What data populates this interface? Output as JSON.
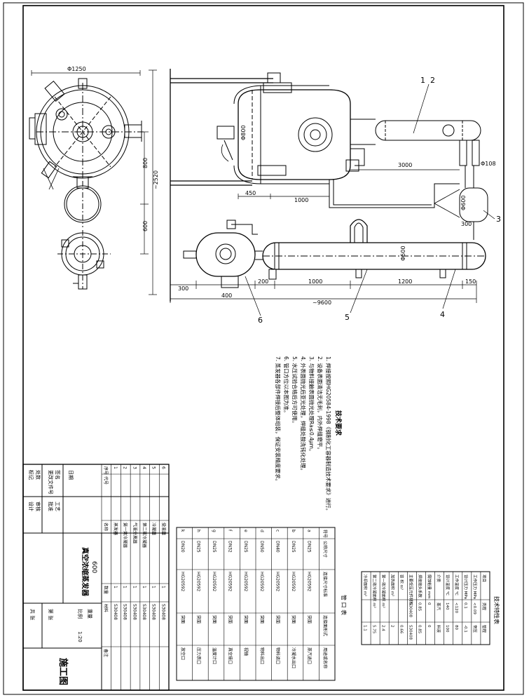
{
  "drawing": {
    "dims": {
      "d1250": "Φ1250",
      "d800": "800",
      "d600": "600",
      "d2520": "~2520",
      "d300a": "300",
      "d400": "400",
      "d200": "200",
      "d1000a": "1000",
      "d1200": "1200",
      "d150": "150",
      "d9600": "~9600",
      "d1000b": "1000",
      "d450": "450",
      "d3000": "3000",
      "d300b": "300",
      "d500": "Φ500",
      "d800v": "Φ800",
      "d108": "Φ108",
      "d600v": "Φ600"
    },
    "balloons": [
      "1",
      "2",
      "3",
      "4",
      "5",
      "6"
    ]
  },
  "tech": {
    "title": "技术要求",
    "items": [
      "1. 焊接按照HG20584-1998《钢制化工容器制造技术要求》进行。",
      "2. 设备表面清洁无毛刺，内外焊缝磨平。",
      "3. 与物料接触表面抛光处理Ra≤0.4μm。",
      "4. 外表面抛光后亚光处理，焊缝处酸洗钝化处理。",
      "5. 水压试验合格后方可使用。",
      "6. 管口方位以本图为准。",
      "7. 蒸发器各部件焊接后整体组装，保证安装精度要求。"
    ]
  },
  "nozzles": {
    "title": "管 口 表",
    "headers": [
      "符号",
      "公称尺寸",
      "连接尺寸标准",
      "连接面形式",
      "用途或名称"
    ],
    "rows": [
      [
        "a",
        "DN25",
        "HG20592",
        "突面",
        "蒸汽进口"
      ],
      [
        "b",
        "DN25",
        "HG20592",
        "突面",
        "冷凝水出口"
      ],
      [
        "c",
        "DN40",
        "HG20592",
        "突面",
        "物料进口"
      ],
      [
        "d",
        "DN50",
        "HG20592",
        "突面",
        "物料出口"
      ],
      [
        "e",
        "DN25",
        "HG20592",
        "突面",
        "视镜"
      ],
      [
        "f",
        "DN32",
        "HG20592",
        "突面",
        "真空接口"
      ],
      [
        "g",
        "DN25",
        "HG20592",
        "突面",
        "温度计口"
      ],
      [
        "h",
        "DN25",
        "HG20592",
        "突面",
        "压力表口"
      ],
      [
        "k",
        "DN20",
        "HG20592",
        "突面",
        "放空口"
      ]
    ]
  },
  "spec": {
    "title": "技术特性表",
    "headers": [
      "项目",
      "壳程",
      "管程"
    ],
    "rows": [
      [
        "工作压力 MPa",
        "<0.09",
        "常压"
      ],
      [
        "设计压力 MPa",
        "0.1",
        "-0.1"
      ],
      [
        "工作温度 ℃",
        "<120",
        "80"
      ],
      [
        "设计温度 ℃",
        "140",
        "100"
      ],
      [
        "介质",
        "蒸汽",
        "料液"
      ],
      [
        "腐蚀裕量 mm",
        "0",
        "0"
      ],
      [
        "焊接接头系数",
        "0.85",
        "0.85"
      ],
      [
        "主要受压元件材料",
        "S30408",
        "S30408"
      ],
      [
        "容 积 m³",
        "",
        "0.66"
      ],
      [
        "加热面积 m²",
        "",
        "2"
      ],
      [
        "第一效冷凝面积 m²",
        "",
        "2.4"
      ],
      [
        "第二效冷凝面积 m²",
        "",
        "5.75"
      ],
      [
        "冷却面积 m²",
        "",
        "1.1"
      ]
    ]
  },
  "bom": {
    "headers": [
      "序号",
      "代号",
      "名称",
      "数量",
      "材料",
      "备注"
    ],
    "rows": [
      [
        "6",
        "",
        "受液器",
        "1",
        "S30408",
        ""
      ],
      [
        "5",
        "",
        "冷凝器",
        "1",
        "S30408",
        ""
      ],
      [
        "4",
        "",
        "第二效冷凝器",
        "1",
        "S30408",
        ""
      ],
      [
        "3",
        "",
        "气液分离器",
        "1",
        "S30408",
        ""
      ],
      [
        "2",
        "",
        "第一效冷凝器",
        "1",
        "S30408",
        ""
      ],
      [
        "1",
        "",
        "蒸发器",
        "1",
        "S30408",
        ""
      ]
    ]
  },
  "titleblock": {
    "title": "真空浓缩蒸发器",
    "model": "600",
    "design": "设计",
    "check": "审核",
    "approve": "批准",
    "process": "工艺",
    "scale_label": "比例",
    "scale": "1:20",
    "weight_label": "重量",
    "sheet_label": "共 张",
    "sheet_no": "第 张",
    "marks": [
      "标记",
      "处数",
      "更改文件号",
      "签名",
      "日期"
    ],
    "stage": "施工图"
  }
}
